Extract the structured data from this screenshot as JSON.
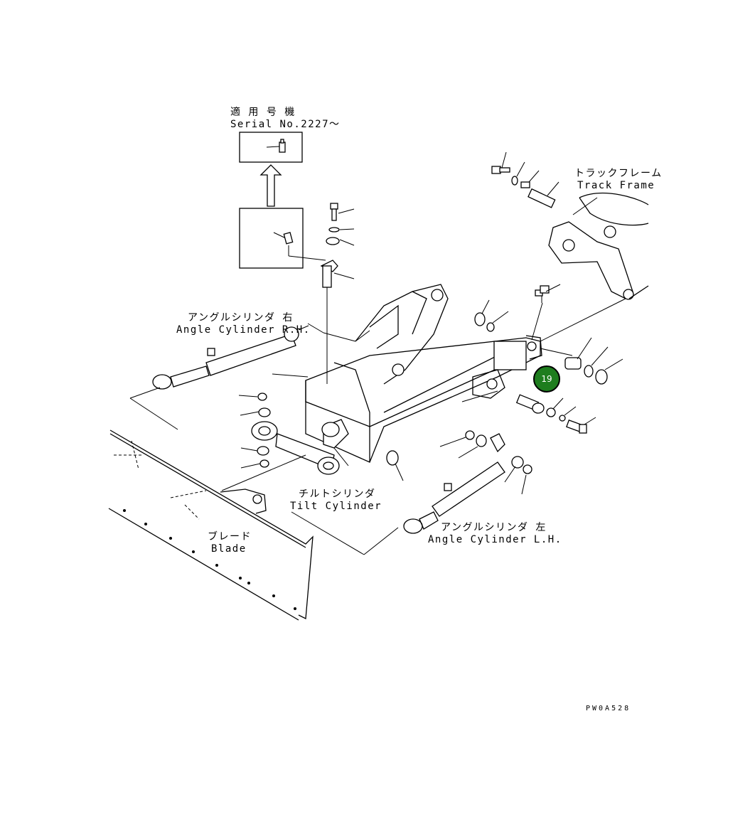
{
  "labels": {
    "serial_jp": "適 用 号 機",
    "serial_en": "Serial No.2227〜",
    "track_jp": "トラックフレーム",
    "track_en": "Track Frame",
    "angle_rh_jp": "アングルシリンダ 右",
    "angle_rh_en": "Angle Cylinder R.H.",
    "tilt_jp": "チルトシリンダ",
    "tilt_en": "Tilt Cylinder",
    "angle_lh_jp": "アングルシリンダ 左",
    "angle_lh_en": "Angle Cylinder L.H.",
    "blade_jp": "ブレード",
    "blade_en": "Blade"
  },
  "callout": {
    "number": "19",
    "color": "#1e7d1e"
  },
  "reference_code": "PW0A528"
}
